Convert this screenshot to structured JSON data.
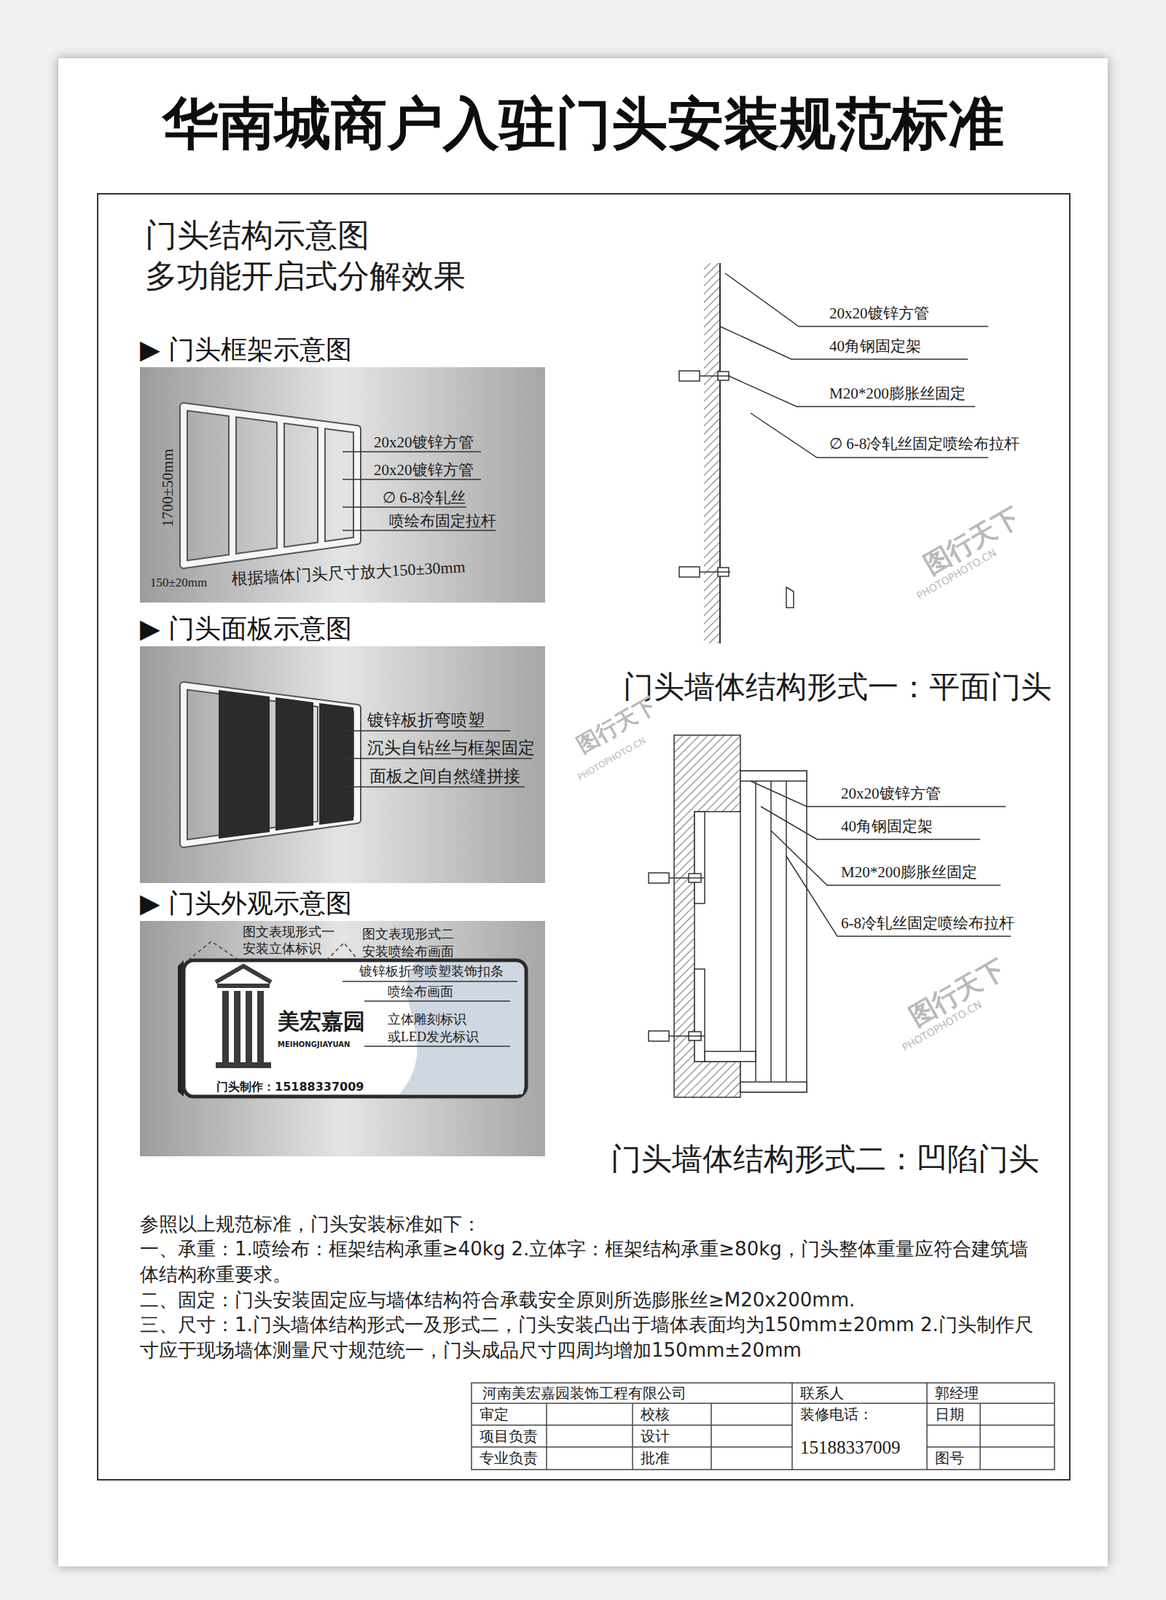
{
  "diagram": {
    "title": "华南城商户入驻门头安装规范标准",
    "nodes": [
      {
        "text": [
          "▶ 门头框架示意图"
        ]
      },
      {
        "text": [
          "▶ 门头面板示意图"
        ]
      },
      {
        "text": [
          "▶ 门头外观示意图"
        ]
      }
    ],
    "labels": [
      "门头结构示意图",
      "多功能开启式分解效果",
      "20x20镀锌方管",
      "20x20镀锌方管",
      "∅ 6-8冷轧丝",
      "喷绘布固定拉杆",
      "1700±50mm",
      "150±20mm",
      "根据墙体门头尺寸放大150±30mm",
      "镀锌板折弯喷塑",
      "沉头自钻丝与框架固定",
      "面板之间自然缝拼接",
      "图文表现形式一",
      "安装立体标识",
      "图文表现形式二",
      "安装喷绘布画面",
      "镀锌板折弯喷塑装饰扣条",
      "喷绘布画面",
      "立体雕刻标识",
      "或LED发光标识",
      "美宏嘉园",
      "MEIHONGJIAYUAN",
      "门头制作：15188337009",
      "20x20镀锌方管",
      "40角钢固定架",
      "M20*200膨胀丝固定",
      "∅ 6-8冷轧丝固定喷绘布拉杆",
      "门头墙体结构形式一：平面门头",
      "20x20镀锌方管",
      "40角钢固定架",
      "M20*200膨胀丝固定",
      "6-8冷轧丝固定喷绘布拉杆",
      "门头墙体结构形式二：凹陷门头",
      "参照以上规范标准，门头安装标准如下：",
      "一、承重：1.喷绘布：框架结构承重≥40kg 2.立体字：框架结构承重≥80kg，门头整体重量应符合建筑墙体结构称重要求。",
      "二、固定：门头安装固定应与墙体结构符合承载安全原则所选膨胀丝≥M20x200mm.",
      "三、尺寸：1.门头墙体结构形式一及形式二，门头安装凸出于墙体表面均为150mm±20mm 2.门头制作尺寸应于现场墙体测量尺寸规范统一，门头成品尺寸四周均增加150mm±20mm",
      "河南美宏嘉园装饰工程有限公司",
      "联系人",
      "郭经理",
      "审定",
      "校核",
      "装修电话：",
      "日期",
      "项目负责",
      "设计",
      "15188337009",
      "专业负责",
      "批准",
      "图号",
      "图行天下",
      "PHOTOPHOTO.CN",
      "图行天下",
      "PHOTOPHOTO.CN",
      "图行天下",
      "PHOTOPHOTO.CN"
    ]
  }
}
